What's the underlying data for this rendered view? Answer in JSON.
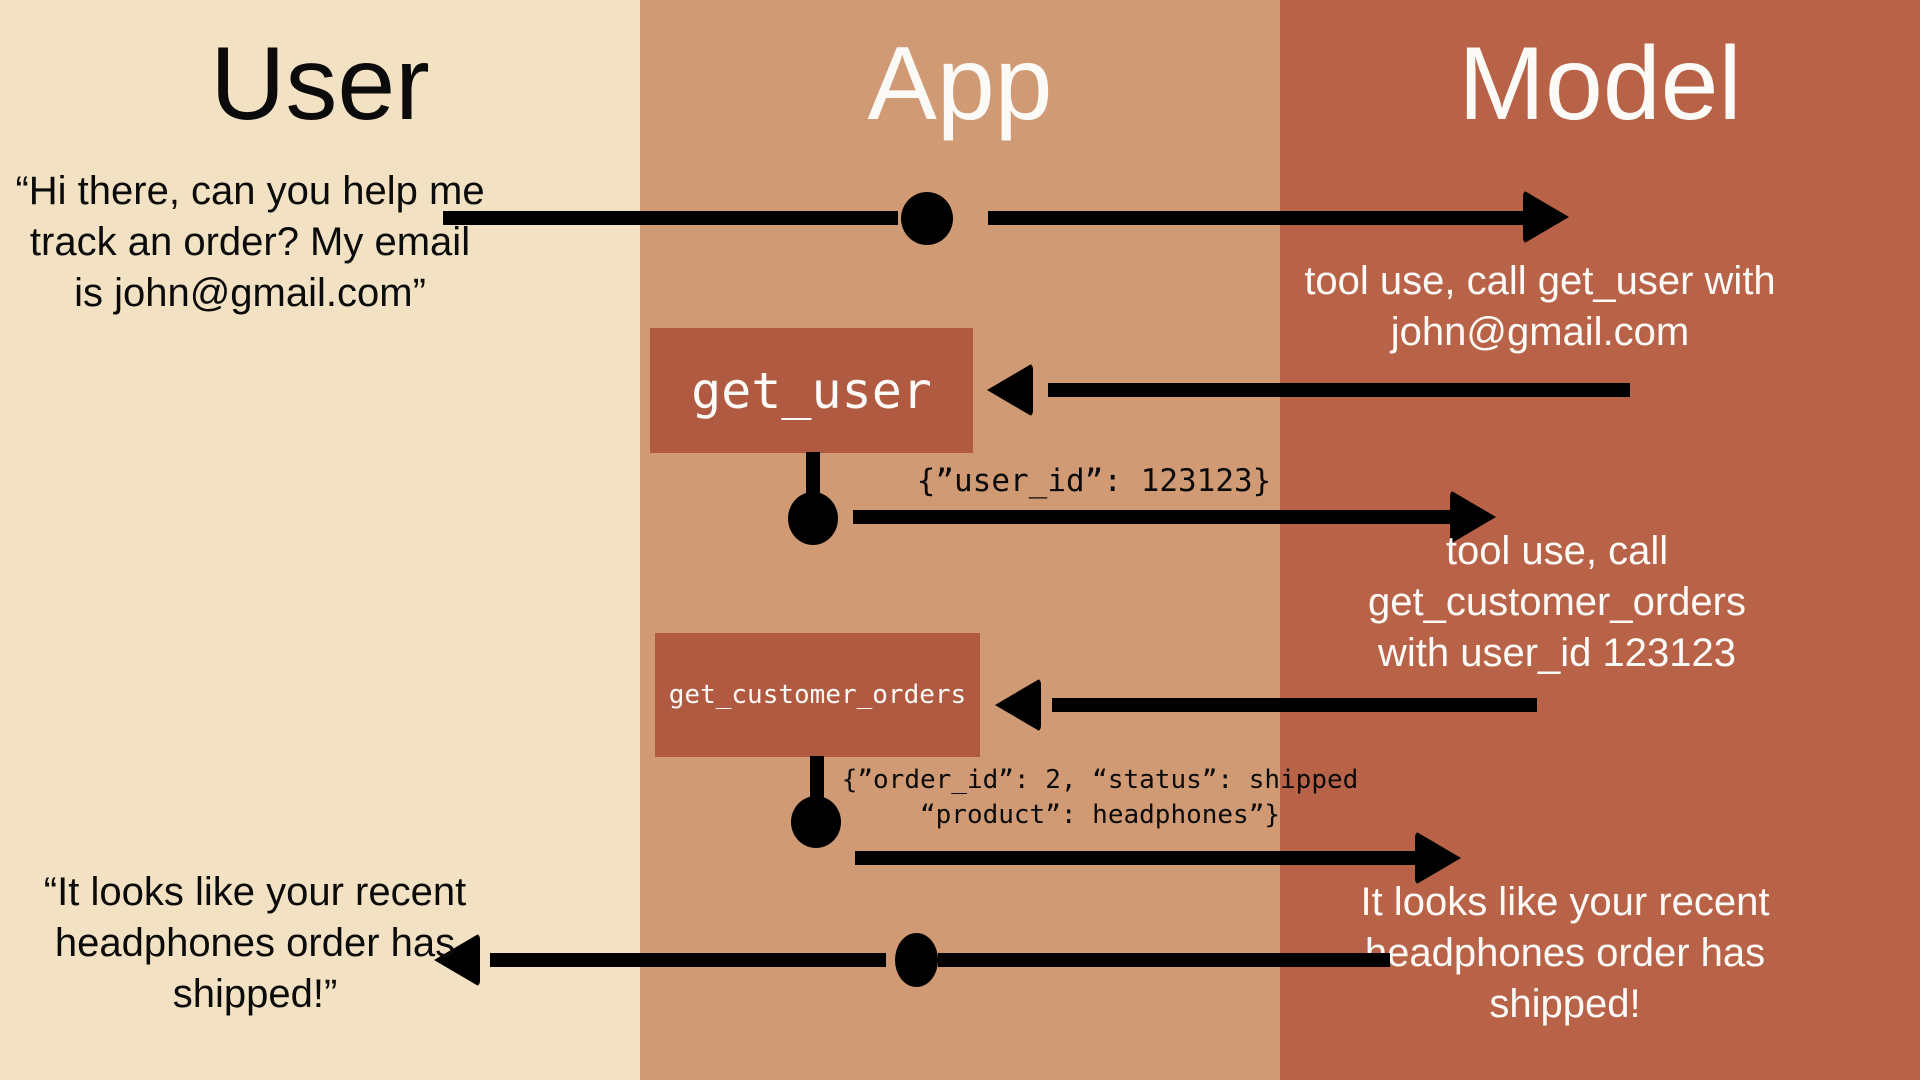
{
  "columns": [
    {
      "label": "User"
    },
    {
      "label": "App"
    },
    {
      "label": "Model"
    }
  ],
  "colors": {
    "user_column_bg": "#f2e2c3",
    "app_column_bg": "#d09a75",
    "model_column_bg": "#b86247",
    "tool_box_bg": "#b05a41",
    "arrow": "#000000",
    "dark_text": "#0b0b0b",
    "light_text": "#fbfaf7"
  },
  "messages": {
    "user_request": {
      "lines": [
        "“Hi there, can you help me",
        "track an order? My email",
        "is john@gmail.com”"
      ]
    },
    "model_tool_call_1": {
      "lines": [
        "tool use, call get_user with",
        "john@gmail.com"
      ]
    },
    "tool_1": {
      "label": "get_user"
    },
    "tool_result_1": {
      "lines": [
        "{”user_id”: 123123}"
      ]
    },
    "model_tool_call_2": {
      "lines": [
        "tool use, call",
        "get_customer_orders",
        "with user_id 123123"
      ]
    },
    "tool_2": {
      "label": "get_customer_orders"
    },
    "tool_result_2": {
      "lines": [
        "{”order_id”: 2, “status”: shipped",
        "“product”: headphones”}"
      ]
    },
    "model_reply": {
      "lines": [
        "It looks like your recent",
        "headphones order has",
        "shipped!"
      ]
    },
    "user_reply": {
      "lines": [
        "“It looks like your recent",
        "headphones order has",
        "shipped!”"
      ]
    }
  }
}
